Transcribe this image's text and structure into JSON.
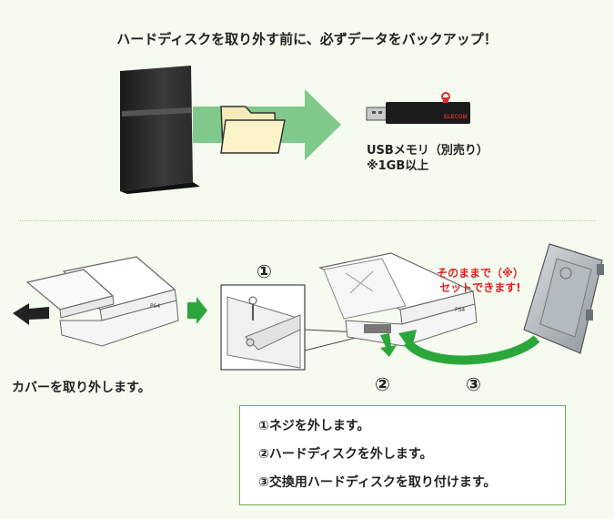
{
  "title": "ハードディスクを取り外す前に、必ずデータをバックアップ！",
  "usb": {
    "label": "USBメモリ（別売り）",
    "note": "※1GB以上",
    "brand": "ELECOM"
  },
  "console_mark": "PS4",
  "cover_caption": "カバーを取り外します。",
  "step_numbers": {
    "one": "①",
    "two": "②",
    "three": "③"
  },
  "red_note": {
    "line1": "そのままで（※）",
    "line2": "セットできます!"
  },
  "steps": [
    "①ネジを外します。",
    "②ハードディスクを外します。",
    "③交換用ハードディスクを取り付けます。"
  ],
  "colors": {
    "green": "#7fc98a",
    "dark_green": "#2e9a3a",
    "red": "#e02020"
  }
}
